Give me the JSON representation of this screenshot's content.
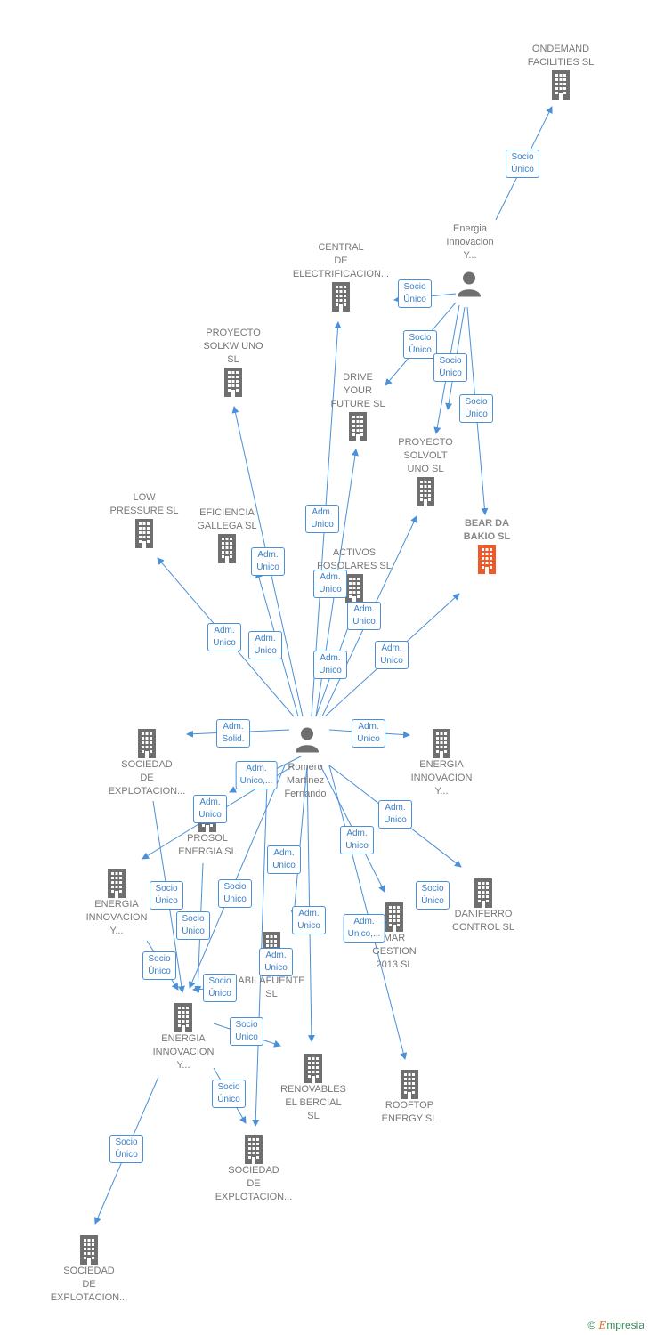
{
  "colors": {
    "edge": "#4a90d9",
    "building": "#6f6f6f",
    "focus": "#f05a28",
    "badge_text": "#3a7fc8"
  },
  "central_person": "Romero\nMartinez\nFernando",
  "top_person": "Energia\nInnovacion\nY...",
  "companies": [
    "ONDEMAND\nFACILITIES SL",
    "CENTRAL\nDE\nELECTRIFICACION...",
    "PROYECTO\nSOLKW UNO\nSL",
    "DRIVE\nYOUR\nFUTURE SL",
    "PROYECTO\nSOLVOLT\nUNO SL",
    "LOW\nPRESSURE SL",
    "EFICIENCIA\nGALLEGA SL",
    "ACTIVOS\nFOSOLARES SL",
    "BEAR DA\nBAKIO SL",
    "SOCIEDAD\nDE\nEXPLOTACION...",
    "ENERGIA\nINNOVACION\nY...",
    "PROSOL\nENERGIA SL",
    "ENERGIA\nINNOVACION\nY...",
    "DANIFERRO\nCONTROL SL",
    "MAR\nGESTION\n2013 SL",
    "E\nABILAFUENTE\nSL",
    "ENERGIA\nINNOVACION\nY...",
    "RENOVABLES\nEL BERCIAL\nSL",
    "ROOFTOP\nENERGY SL",
    "SOCIEDAD\nDE\nEXPLOTACION...",
    "SOCIEDAD\nDE\nEXPLOTACION..."
  ],
  "badges": [
    "Socio\nÚnico",
    "Socio\nÚnico",
    "Socio\nÚnico",
    "Socio\nÚnico",
    "Socio\nÚnico",
    "Adm.\nUnico",
    "Adm.\nUnico",
    "Adm.\nUnico",
    "Adm.\nUnico",
    "Adm.\nUnico",
    "Adm.\nUnico",
    "Adm.\nUnico",
    "Adm.\nUnico",
    "Adm.\nSolid.",
    "Adm.\nUnico",
    "Adm.\nUnico,...",
    "Adm.\nUnico",
    "Adm.\nUnico",
    "Adm.\nUnico",
    "Socio\nÚnico",
    "Socio\nÚnico",
    "Adm.\nUnico",
    "Adm.\nUnico",
    "Adm.\nUnico,...",
    "Socio\nÚnico",
    "Socio\nÚnico",
    "Adm.\nUnico",
    "Socio\nÚnico",
    "Socio\nÚnico",
    "Socio\nÚnico",
    "Socio\nÚnico",
    "Socio\nÚnico"
  ],
  "brand": {
    "copyright": "©",
    "name_first": "E",
    "name_rest": "mpresia"
  }
}
